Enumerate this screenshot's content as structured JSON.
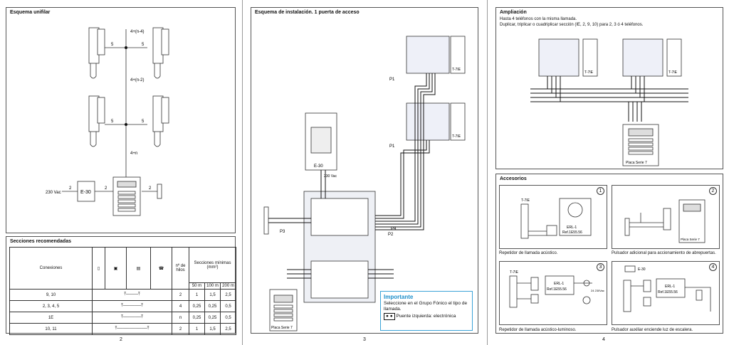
{
  "pages": {
    "left": {
      "number": "2",
      "diagram_title": "Esquema unifilar",
      "labels": {
        "n4": "4+(n-4)",
        "n2": "4+(n-2)",
        "n": "4+n",
        "five": "5",
        "two": "2",
        "vac": "230 Vac",
        "psu": "E-30"
      },
      "table": {
        "title": "Secciones recomendadas",
        "col_conexiones": "Conexiones",
        "col_hilos": "nº de hilos",
        "col_secciones": "Secciones mínimas (mm²)",
        "distances": [
          "50 m",
          "100 m",
          "200 m"
        ],
        "rows": [
          {
            "conexiones": "9, 10",
            "hilos": "2",
            "s50": "1",
            "s100": "1,5",
            "s200": "2,5"
          },
          {
            "conexiones": "2, 3, 4, 5",
            "hilos": "4",
            "s50": "0,25",
            "s100": "0,25",
            "s200": "0,5"
          },
          {
            "conexiones": "1E",
            "hilos": "n",
            "s50": "0,25",
            "s100": "0,25",
            "s200": "0,5"
          },
          {
            "conexiones": "10, 11",
            "hilos": "2",
            "s50": "1",
            "s100": "1,5",
            "s200": "2,5"
          }
        ]
      }
    },
    "middle": {
      "number": "3",
      "title": "Esquema de instalación. 1 puerta de acceso",
      "labels": {
        "p1": "P1",
        "p2": "P2",
        "p3": "P3",
        "p4": "P4",
        "t7ie_a": "T-7IE",
        "t7ie_b": "T-7IE",
        "psu": "E-30",
        "vac": "230 Vac",
        "placa": "Placa Serie 7"
      },
      "important": {
        "title": "Importante",
        "text": "Seleccione en el Grupo Fónico el tipo de llamada.",
        "legend": "Puente izquierda: electrónica"
      }
    },
    "right": {
      "number": "4",
      "ampliacion": {
        "title": "Ampliación",
        "line1": "Hasta 4 teléfonos con la misma llamada.",
        "line2": "Duplicar, triplicar o cuadriplicar sección (IE, 2, 9, 10) para 2, 3 ó 4 teléfonos.",
        "t7ie": "T-7IE",
        "placa": "Placa Serie 7"
      },
      "accesorios": {
        "title": "Accesorios",
        "items": [
          {
            "num": "1",
            "caption": "Repetidor de llamada acústico.",
            "device": "ERL-1",
            "ref": "Ref.1E55.56",
            "phone": "T-7IE"
          },
          {
            "num": "2",
            "caption": "Pulsador adicional para accionamiento de abrepuertas.",
            "placa": "Placa Serie 7"
          },
          {
            "num": "3",
            "caption": "Repetidor de llamada acústico-luminoso.",
            "device": "ERL-1",
            "ref": "Ref.1E55.56",
            "phone": "T-7IE",
            "vac": "24 230Vac"
          },
          {
            "num": "4",
            "caption": "Pulsador auxiliar enciende luz de escalera.",
            "device": "ERL-1",
            "ref": "Ref.1E55.56",
            "psu": "E-30"
          }
        ]
      }
    }
  }
}
